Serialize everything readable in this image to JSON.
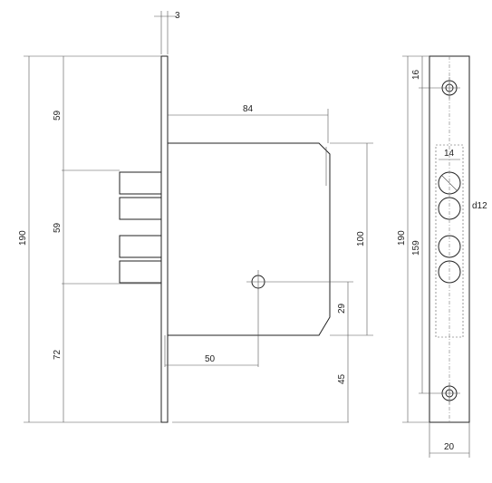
{
  "dimensions": {
    "plate_thickness": "3",
    "latch_offset": "84",
    "top_to_bolt": "59",
    "bolt_spacing": "59",
    "bolt_to_bottom": "72",
    "overall_height": "190",
    "body_height": "100",
    "backset": "50",
    "follower_to_body_bottom": "29",
    "body_bottom_to_plate_bottom": "45",
    "faceplate_height": "190",
    "screw_spacing": "159",
    "screw_from_top": "16",
    "bolt_window_width": "14",
    "bolt_diameter": "d12",
    "faceplate_width": "20"
  }
}
